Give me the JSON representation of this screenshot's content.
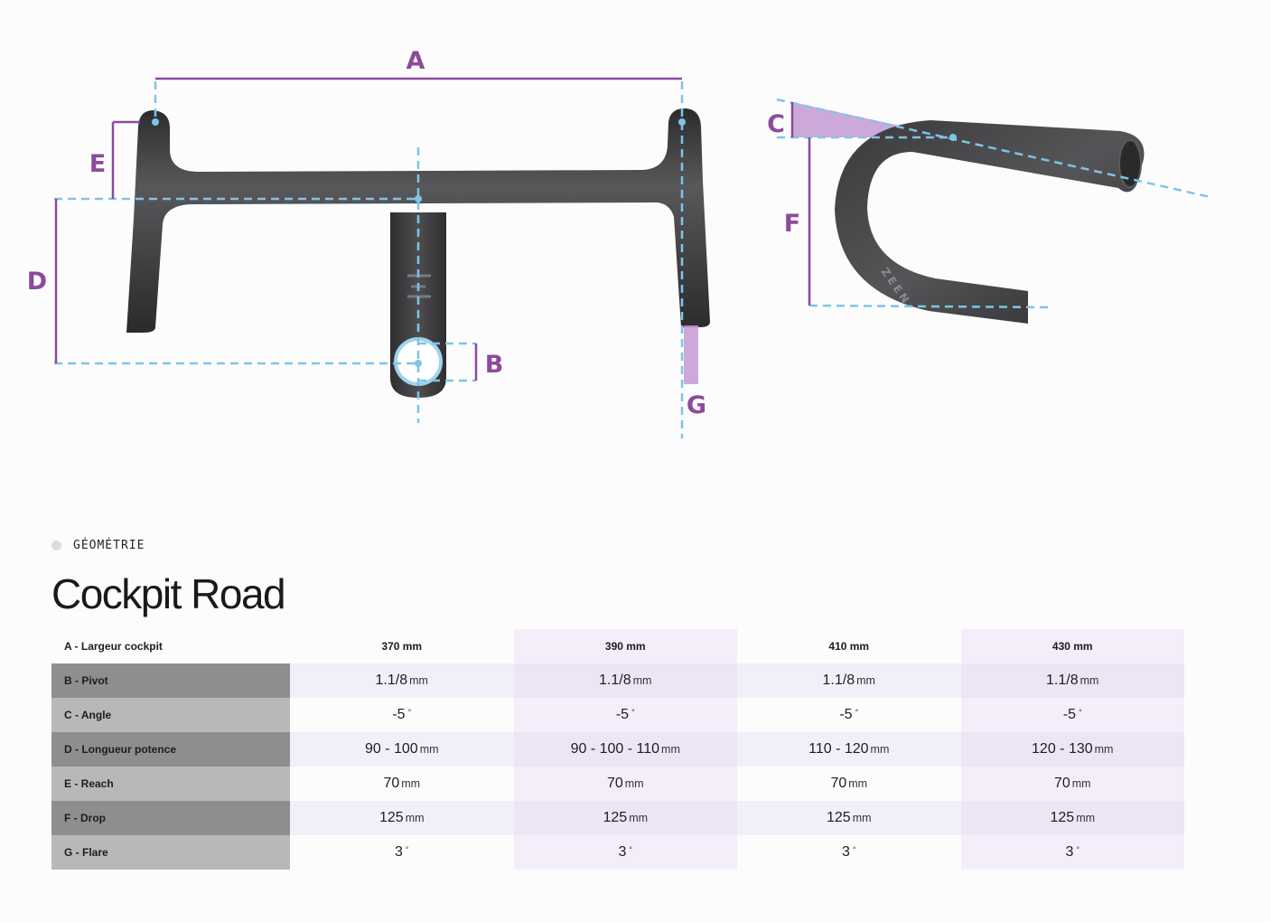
{
  "diagram": {
    "labels": {
      "a": "A",
      "b": "B",
      "c": "C",
      "d": "D",
      "e": "E",
      "f": "F",
      "g": "G"
    },
    "logo_text": "ZEEN",
    "colors": {
      "dimension": "#8c4a9c",
      "guide": "#7fc4e6",
      "fill": "#c49ad3",
      "bar": "#3a3a3c"
    }
  },
  "section": {
    "tag": "GÉOMÉTRIE"
  },
  "page": {
    "title": "Cockpit Road"
  },
  "table": {
    "header": {
      "label": "A - Largeur cockpit",
      "sizes": [
        "370 mm",
        "390 mm",
        "410 mm",
        "430 mm"
      ]
    },
    "rows": [
      {
        "label": "B - Pivot",
        "cells": [
          {
            "v": "1.1/8",
            "u": "mm"
          },
          {
            "v": "1.1/8",
            "u": "mm"
          },
          {
            "v": "1.1/8",
            "u": "mm"
          },
          {
            "v": "1.1/8",
            "u": "mm"
          }
        ]
      },
      {
        "label": "C - Angle",
        "cells": [
          {
            "v": "-5",
            "u": "°"
          },
          {
            "v": "-5",
            "u": "°"
          },
          {
            "v": "-5",
            "u": "°"
          },
          {
            "v": "-5",
            "u": "°"
          }
        ]
      },
      {
        "label": "D - Longueur potence",
        "cells": [
          {
            "v": "90 - 100",
            "u": "mm"
          },
          {
            "v": "90 - 100 - 110",
            "u": "mm"
          },
          {
            "v": "110 - 120",
            "u": "mm"
          },
          {
            "v": "120 - 130",
            "u": "mm"
          }
        ]
      },
      {
        "label": "E - Reach",
        "cells": [
          {
            "v": "70",
            "u": "mm"
          },
          {
            "v": "70",
            "u": "mm"
          },
          {
            "v": "70",
            "u": "mm"
          },
          {
            "v": "70",
            "u": "mm"
          }
        ]
      },
      {
        "label": "F - Drop",
        "cells": [
          {
            "v": "125",
            "u": "mm"
          },
          {
            "v": "125",
            "u": "mm"
          },
          {
            "v": "125",
            "u": "mm"
          },
          {
            "v": "125",
            "u": "mm"
          }
        ]
      },
      {
        "label": "G - Flare",
        "cells": [
          {
            "v": "3",
            "u": "°"
          },
          {
            "v": "3",
            "u": "°"
          },
          {
            "v": "3",
            "u": "°"
          },
          {
            "v": "3",
            "u": "°"
          }
        ]
      }
    ]
  }
}
